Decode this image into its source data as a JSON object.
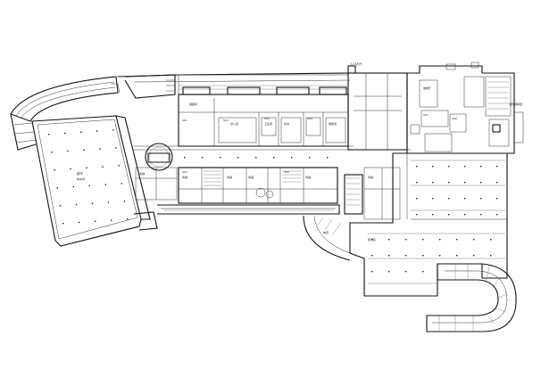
{
  "plan": {
    "labels": {
      "entrance_top": "入口大厅",
      "storage": "储藏间",
      "office": "办公室",
      "machine_room": "机房",
      "stair": "楼梯间",
      "restroom": "卫生间",
      "shop_a": "商铺",
      "shop_b": "商铺",
      "shop_c": "商铺",
      "shop_d": "商铺",
      "shop_e": "商铺",
      "shop_f": "商铺",
      "supermarket": "超市",
      "parking_left": "停车场",
      "room_code_1": "S01",
      "room_code_2": "S02",
      "room_code_3": "S03",
      "room_code_4": "S04",
      "room_code_5": "S05",
      "room_code_6": "S06",
      "room_code_7": "S07",
      "room_code_8": "S08",
      "lift_hall": "电梯厅",
      "ramp": "坡道",
      "loading": "卸货区",
      "right_note": "消防控制室"
    }
  }
}
